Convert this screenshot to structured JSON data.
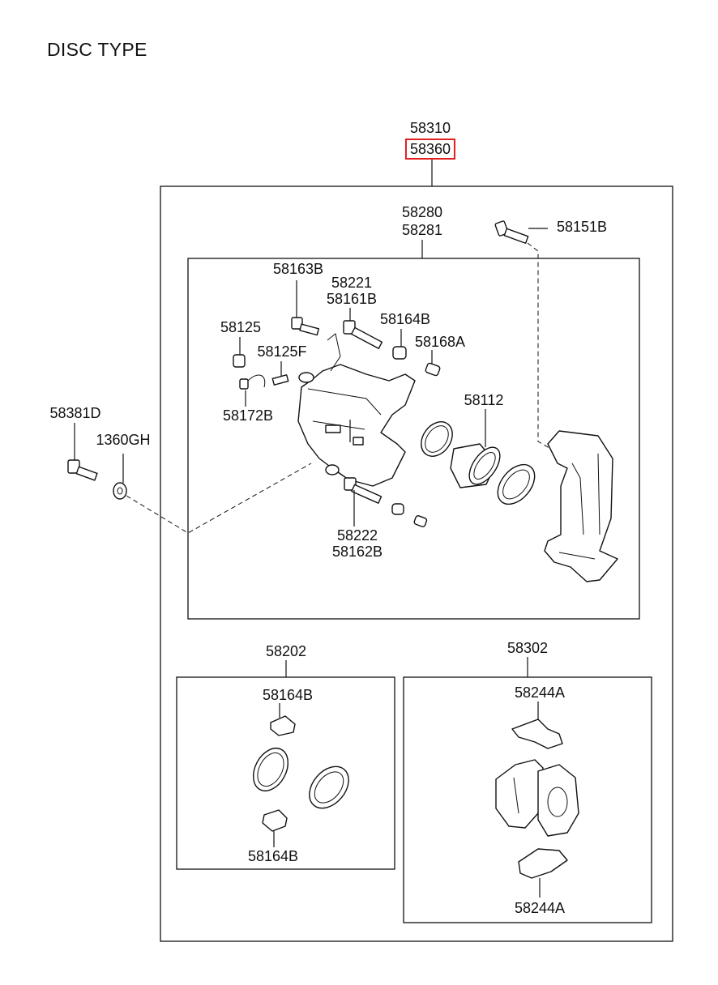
{
  "title": "DISC TYPE",
  "assembly": {
    "main_part": "58310",
    "highlighted_part": "58360"
  },
  "caliper_group": {
    "part_a": "58280",
    "part_b": "58281"
  },
  "labels": {
    "bracket_bolt": "58151B",
    "caliper_bolt": "58163B",
    "guide_pin_a": "58221",
    "guide_pin_a_sub": "58161B",
    "boot_upper": "58164B",
    "bleeder_cap": "58125",
    "bleeder_screw": "58125F",
    "sleeve": "58168A",
    "hose_clip": "58172B",
    "piston": "58112",
    "guide_pin_b": "58222",
    "guide_pin_b_sub": "58162B",
    "mount_bolt": "58381D",
    "washer": "1360GH"
  },
  "seal_kit": {
    "label": "58202",
    "boot_top": "58164B",
    "boot_bottom": "58164B"
  },
  "pad_kit": {
    "label": "58302",
    "spring_top": "58244A",
    "spring_bottom": "58244A"
  },
  "colors": {
    "highlight": "#e02020",
    "line": "#111111"
  }
}
